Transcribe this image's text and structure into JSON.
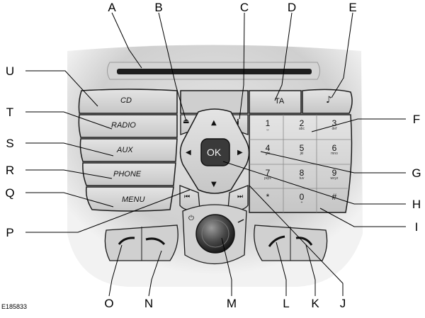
{
  "figure_code": "E185833",
  "callouts": [
    "A",
    "B",
    "C",
    "D",
    "E",
    "F",
    "G",
    "H",
    "I",
    "J",
    "K",
    "L",
    "M",
    "N",
    "O",
    "P",
    "Q",
    "R",
    "S",
    "T",
    "U"
  ],
  "left_buttons": {
    "cd": "CD",
    "radio": "RADIO",
    "aux": "AUX",
    "phone": "PHONE",
    "menu": "MENU"
  },
  "ta_button": "TA",
  "ok_button": "OK",
  "keypad": [
    {
      "num": "1",
      "sub": "␣"
    },
    {
      "num": "2",
      "sub": "abc"
    },
    {
      "num": "3",
      "sub": "def"
    },
    {
      "num": "4",
      "sub": "ghi"
    },
    {
      "num": "5",
      "sub": "jkl"
    },
    {
      "num": "6",
      "sub": "mno"
    },
    {
      "num": "7",
      "sub": "pqrs"
    },
    {
      "num": "8",
      "sub": "tuv"
    },
    {
      "num": "9",
      "sub": "wxyz"
    },
    {
      "num": "*",
      "sub": ""
    },
    {
      "num": "0",
      "sub": "+"
    },
    {
      "num": "#",
      "sub": ""
    }
  ],
  "icons": {
    "eject": "eject-icon",
    "info": "info-icon",
    "sound": "music-note-icon",
    "seek_back": "seek-back-icon",
    "seek_forward": "seek-forward-icon",
    "power": "power-icon",
    "arrow_up": "arrow-up-icon",
    "arrow_down": "arrow-down-icon",
    "arrow_left": "arrow-left-icon",
    "arrow_right": "arrow-right-icon",
    "phone_answer": "phone-answer-icon",
    "phone_hangup": "phone-hangup-icon"
  },
  "colors": {
    "panel_light": "#dcdcdc",
    "panel_mid": "#c4c4c4",
    "button_face": "#d6d6d6",
    "button_dark": "#3a3a3a",
    "outline": "#1a1a1a",
    "background": "#ffffff"
  }
}
